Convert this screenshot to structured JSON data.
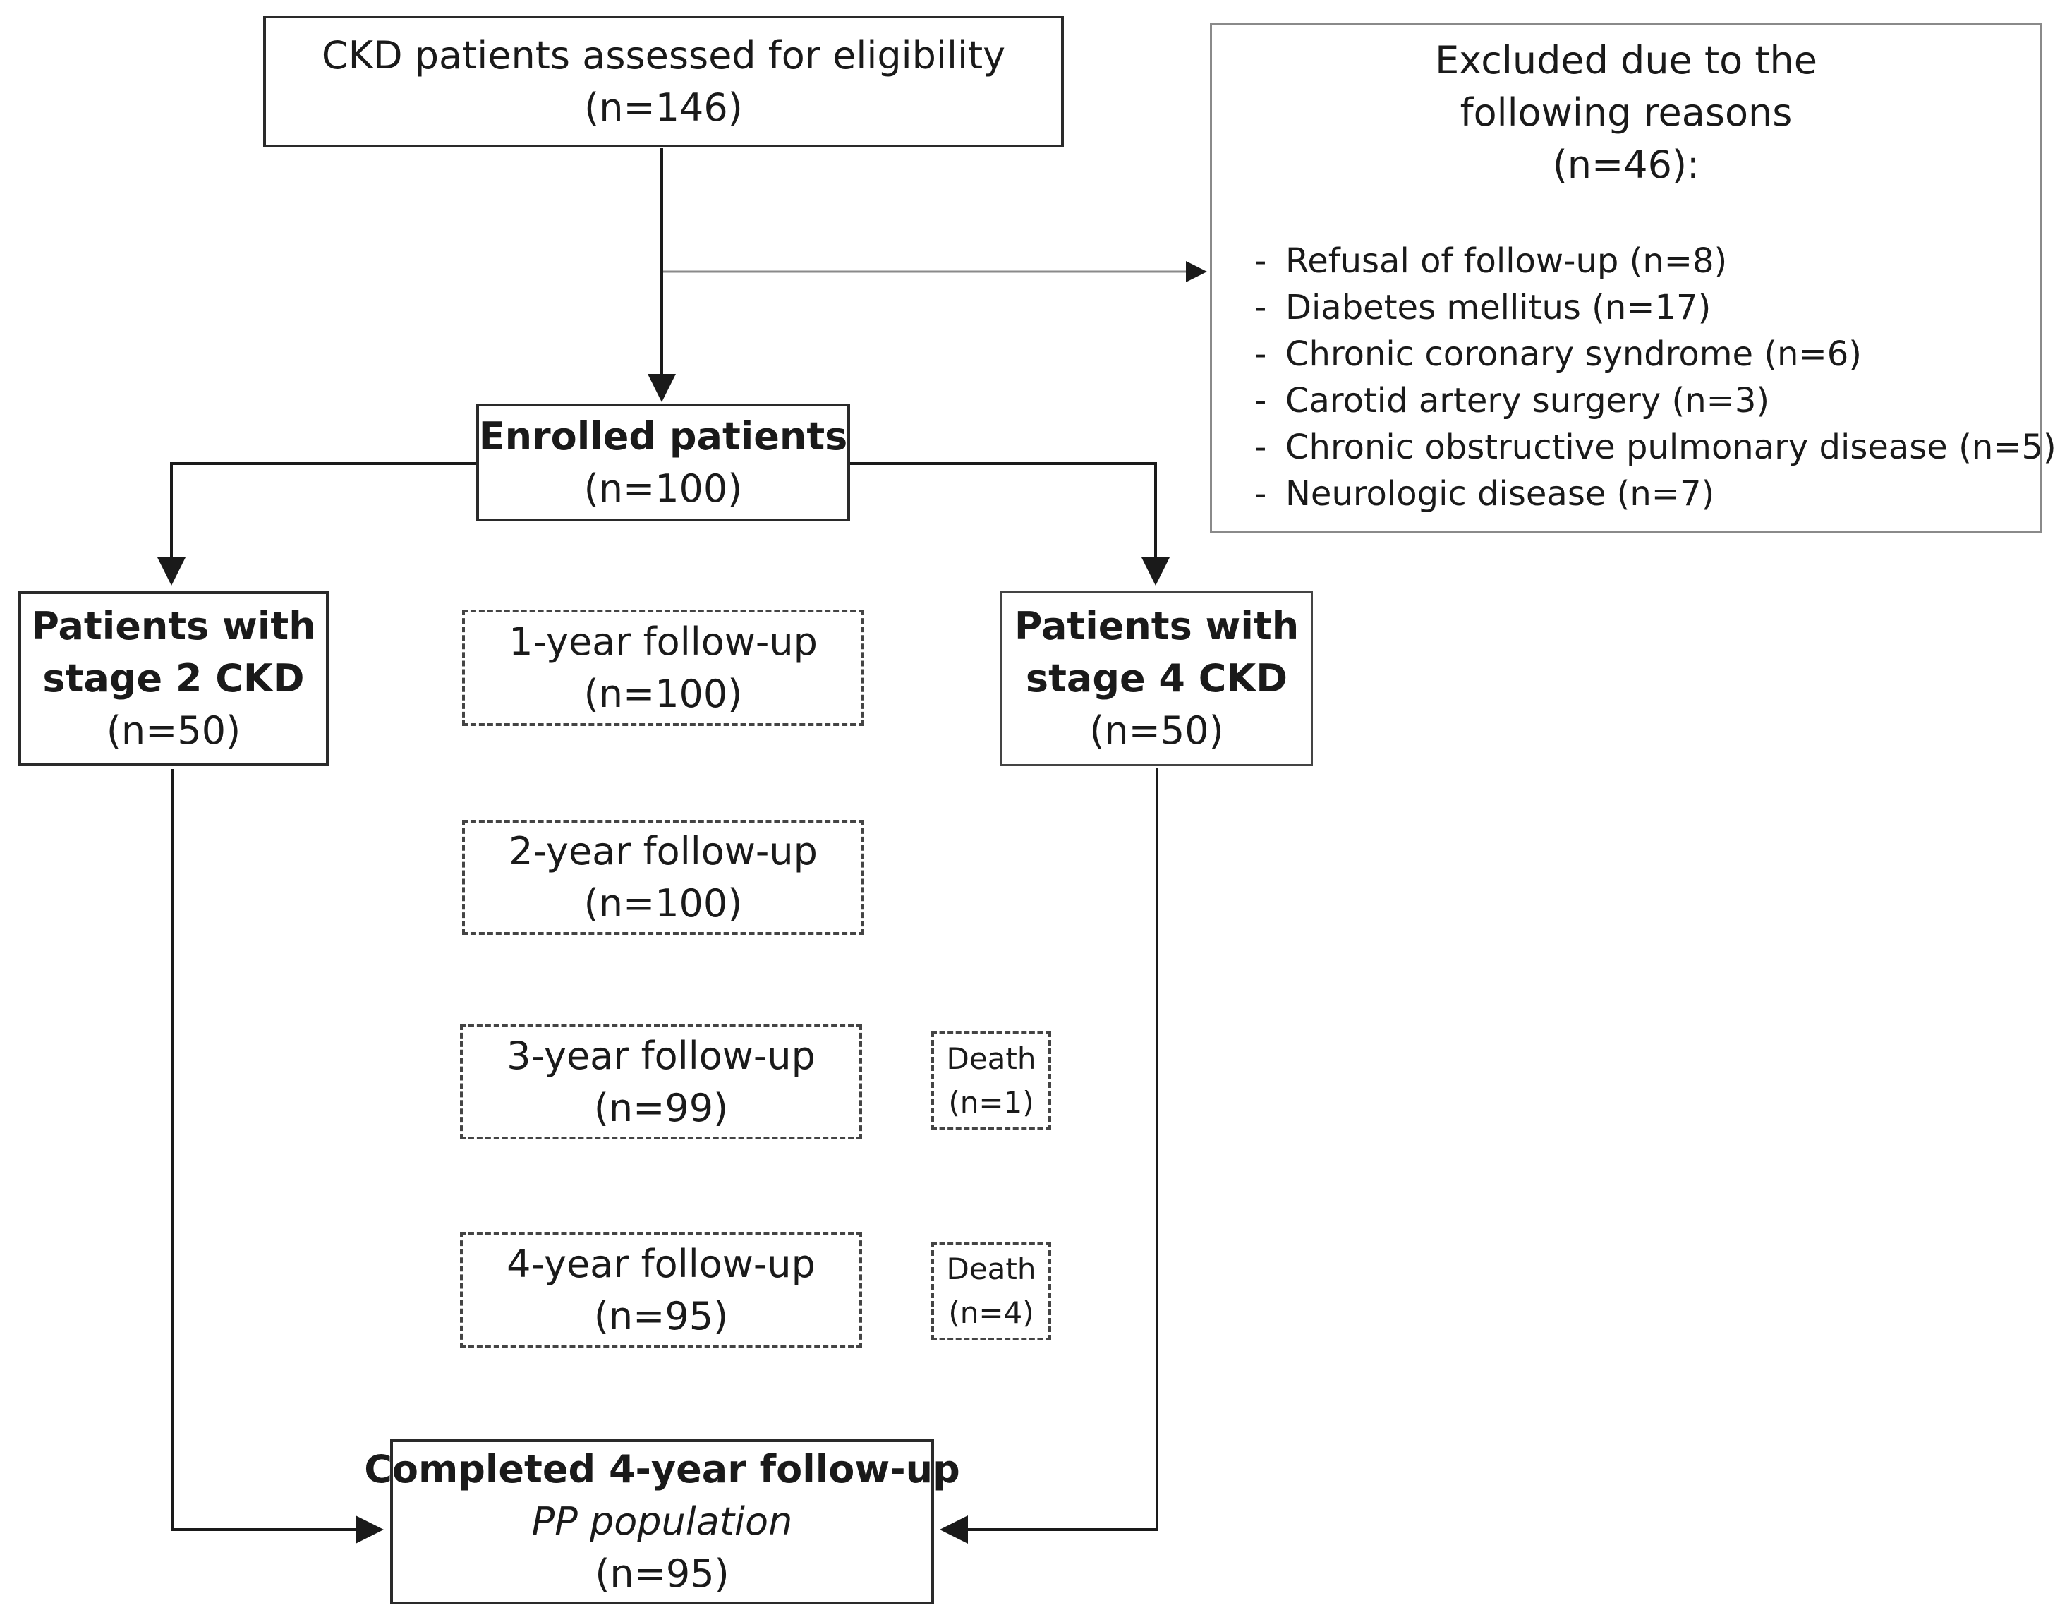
{
  "diagram": {
    "assessed": {
      "title": "CKD patients assessed for eligibility",
      "count": "(n=146)"
    },
    "excluded": {
      "title_line1": "Excluded due to the",
      "title_line2": "following reasons",
      "count": "(n=46):",
      "reasons": [
        "Refusal of follow-up (n=8)",
        "Diabetes mellitus (n=17)",
        "Chronic coronary syndrome (n=6)",
        "Carotid artery surgery (n=3)",
        "Chronic obstructive pulmonary disease (n=5)",
        "Neurologic disease (n=7)"
      ],
      "bullet": "-"
    },
    "enrolled": {
      "title": "Enrolled patients",
      "count": "(n=100)"
    },
    "stage2": {
      "line1": "Patients with",
      "line2": "stage 2 CKD",
      "count": "(n=50)"
    },
    "stage4": {
      "line1": "Patients with",
      "line2": "stage 4 CKD",
      "count": "(n=50)"
    },
    "followups": [
      {
        "label": "1-year follow-up",
        "count": "(n=100)"
      },
      {
        "label": "2-year follow-up",
        "count": "(n=100)"
      },
      {
        "label": "3-year follow-up",
        "count": "(n=99)"
      },
      {
        "label": "4-year follow-up",
        "count": "(n=95)"
      }
    ],
    "deaths": [
      {
        "label": "Death",
        "count": "(n=1)"
      },
      {
        "label": "Death",
        "count": "(n=4)"
      }
    ],
    "completed": {
      "title": "Completed 4-year follow-up",
      "subtitle": "PP population",
      "count": "(n=95)"
    }
  }
}
